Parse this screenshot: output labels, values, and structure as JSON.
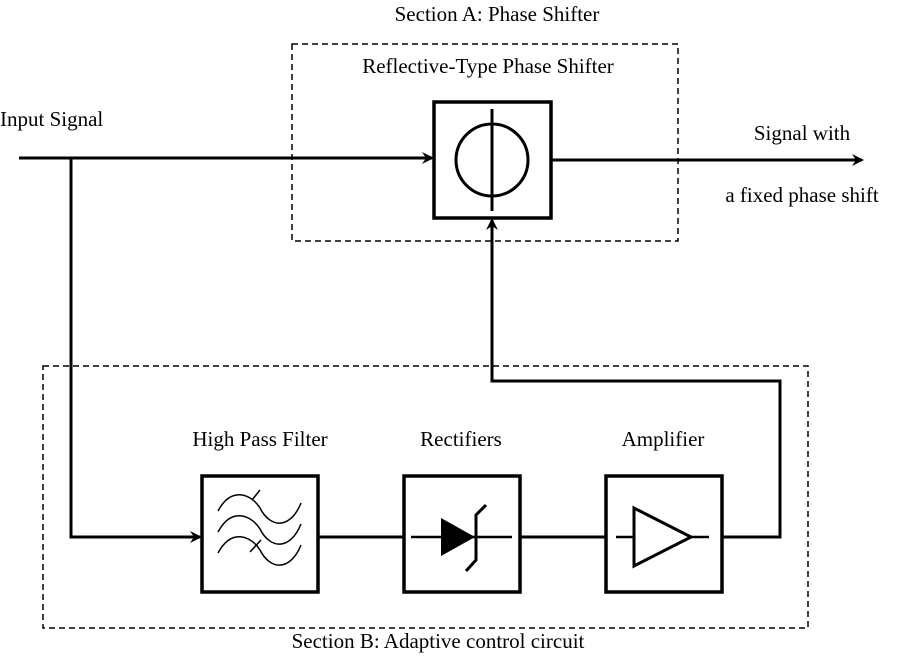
{
  "sections": {
    "a": {
      "title": "Section A: Phase Shifter",
      "block_label": "Reflective-Type Phase Shifter"
    },
    "b": {
      "title": "Section B: Adaptive control circuit"
    }
  },
  "signals": {
    "input": "Input Signal",
    "output_line1": "Signal with",
    "output_line2": "a fixed phase shift"
  },
  "blocks": {
    "hpf": "High Pass Filter",
    "rectifiers": "Rectifiers",
    "amplifier": "Amplifier"
  },
  "colors": {
    "stroke": "#000000",
    "background": "#ffffff"
  }
}
